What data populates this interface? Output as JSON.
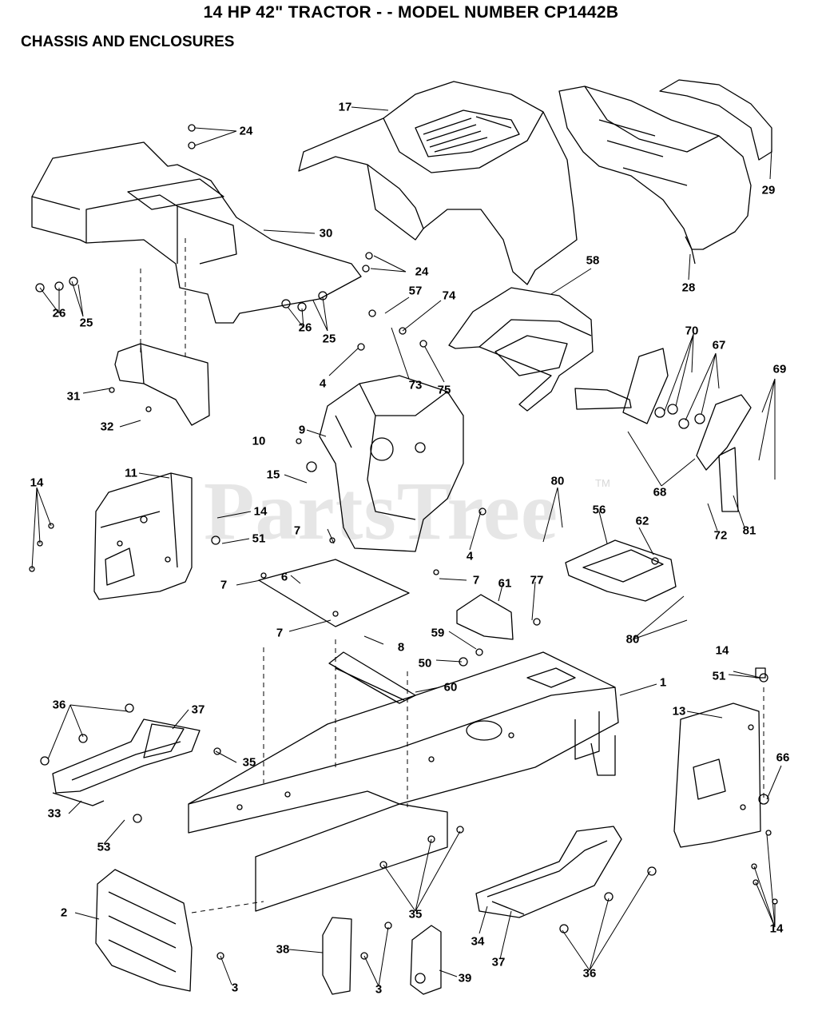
{
  "title": "14 HP 42\" TRACTOR - - MODEL NUMBER CP1442B",
  "subtitle": "CHASSIS AND ENCLOSURES",
  "watermark": "PartsTree",
  "watermark_tm": "TM",
  "callouts": [
    {
      "id": "c17",
      "text": "17"
    },
    {
      "id": "c24a",
      "text": "24"
    },
    {
      "id": "c30",
      "text": "30"
    },
    {
      "id": "c24b",
      "text": "24"
    },
    {
      "id": "c26a",
      "text": "26"
    },
    {
      "id": "c25a",
      "text": "25"
    },
    {
      "id": "c26b",
      "text": "26"
    },
    {
      "id": "c25b",
      "text": "25"
    },
    {
      "id": "c29",
      "text": "29"
    },
    {
      "id": "c28",
      "text": "28"
    },
    {
      "id": "c58",
      "text": "58"
    },
    {
      "id": "c57",
      "text": "57"
    },
    {
      "id": "c74",
      "text": "74"
    },
    {
      "id": "c73",
      "text": "73"
    },
    {
      "id": "c75",
      "text": "75"
    },
    {
      "id": "c4a",
      "text": "4"
    },
    {
      "id": "c31",
      "text": "31"
    },
    {
      "id": "c32",
      "text": "32"
    },
    {
      "id": "c9",
      "text": "9"
    },
    {
      "id": "c10",
      "text": "10"
    },
    {
      "id": "c70",
      "text": "70"
    },
    {
      "id": "c67",
      "text": "67"
    },
    {
      "id": "c69",
      "text": "69"
    },
    {
      "id": "c68",
      "text": "68"
    },
    {
      "id": "c15",
      "text": "15"
    },
    {
      "id": "c11",
      "text": "11"
    },
    {
      "id": "c14a",
      "text": "14"
    },
    {
      "id": "c14b",
      "text": "14"
    },
    {
      "id": "c51a",
      "text": "51"
    },
    {
      "id": "c7a",
      "text": "7"
    },
    {
      "id": "c4b",
      "text": "4"
    },
    {
      "id": "c80a",
      "text": "80"
    },
    {
      "id": "c56",
      "text": "56"
    },
    {
      "id": "c62",
      "text": "62"
    },
    {
      "id": "c72",
      "text": "72"
    },
    {
      "id": "c81",
      "text": "81"
    },
    {
      "id": "c6",
      "text": "6"
    },
    {
      "id": "c7b",
      "text": "7"
    },
    {
      "id": "c7c",
      "text": "7"
    },
    {
      "id": "c7d",
      "text": "7"
    },
    {
      "id": "c61",
      "text": "61"
    },
    {
      "id": "c77",
      "text": "77"
    },
    {
      "id": "c80b",
      "text": "80"
    },
    {
      "id": "c8",
      "text": "8"
    },
    {
      "id": "c59",
      "text": "59"
    },
    {
      "id": "c50",
      "text": "50"
    },
    {
      "id": "c60",
      "text": "60"
    },
    {
      "id": "c1",
      "text": "1"
    },
    {
      "id": "c14c",
      "text": "14"
    },
    {
      "id": "c51b",
      "text": "51"
    },
    {
      "id": "c13",
      "text": "13"
    },
    {
      "id": "c66",
      "text": "66"
    },
    {
      "id": "c36a",
      "text": "36"
    },
    {
      "id": "c37a",
      "text": "37"
    },
    {
      "id": "c35a",
      "text": "35"
    },
    {
      "id": "c33",
      "text": "33"
    },
    {
      "id": "c53",
      "text": "53"
    },
    {
      "id": "c2",
      "text": "2"
    },
    {
      "id": "c3a",
      "text": "3"
    },
    {
      "id": "c35b",
      "text": "35"
    },
    {
      "id": "c38",
      "text": "38"
    },
    {
      "id": "c3b",
      "text": "3"
    },
    {
      "id": "c39",
      "text": "39"
    },
    {
      "id": "c34",
      "text": "34"
    },
    {
      "id": "c37b",
      "text": "37"
    },
    {
      "id": "c36b",
      "text": "36"
    },
    {
      "id": "c14d",
      "text": "14"
    }
  ]
}
